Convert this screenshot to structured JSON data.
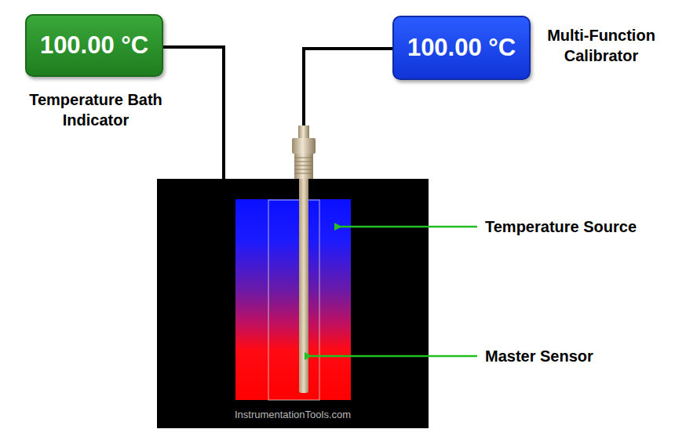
{
  "diagram": {
    "nodes": [
      {
        "text": [
          "100.00 °C",
          "Temperature Bath Indicator"
        ]
      },
      {
        "text": [
          "100.00 °C",
          "Multi-Function Calibrator"
        ]
      }
    ],
    "labels": [
      "Temperature Source",
      "Master Sensor",
      "InstrumentationTools.com"
    ]
  }
}
